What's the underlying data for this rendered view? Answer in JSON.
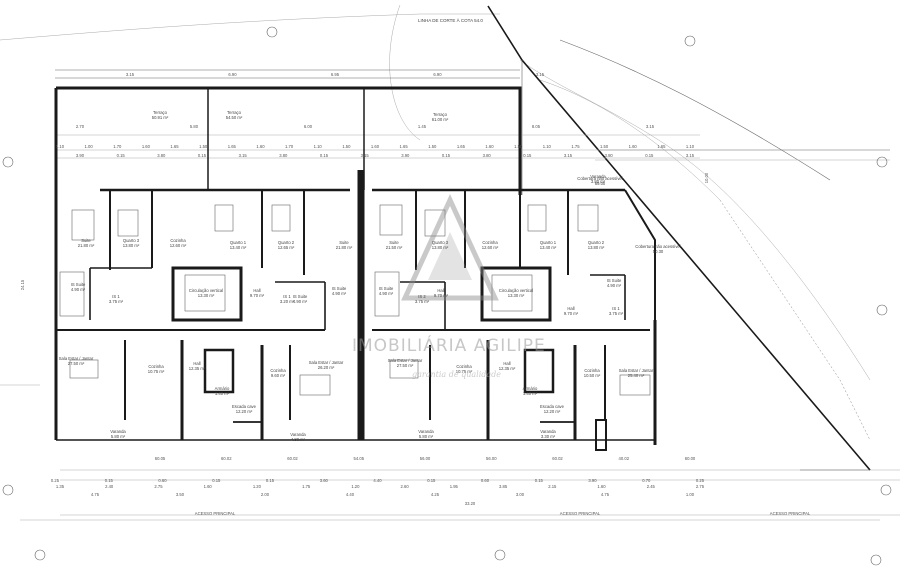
{
  "top_note": "LINHA DE CORTE À COTA 54.0",
  "watermark": {
    "brand": "IMOBILIÁRIA AGILIPE",
    "tagline": "garantia de qualidade"
  },
  "rooms": [
    {
      "id": "terraco-1",
      "name": "Terraço",
      "area": "50.91 m²"
    },
    {
      "id": "terraco-2",
      "name": "Terraço",
      "area": "54.50 m²"
    },
    {
      "id": "terraco-3",
      "name": "Terraço",
      "area": "61.00 m²"
    },
    {
      "id": "suite-1",
      "name": "Suite",
      "area": "21.80 m²"
    },
    {
      "id": "quarto-3a",
      "name": "Quarto 3",
      "area": "13.80 m²"
    },
    {
      "id": "cozinha-1",
      "name": "Cozinha",
      "area": "12.60 m²"
    },
    {
      "id": "quarto-1a",
      "name": "Quarto 1",
      "area": "13.40 m²"
    },
    {
      "id": "quarto-2a",
      "name": "Quarto 2",
      "area": "12.65 m²"
    },
    {
      "id": "suite-2",
      "name": "Suite",
      "area": "21.80 m²"
    },
    {
      "id": "suite-3",
      "name": "Suite",
      "area": "21.50 m²"
    },
    {
      "id": "quarto-3b",
      "name": "Quarto 3",
      "area": "13.80 m²"
    },
    {
      "id": "cozinha-2",
      "name": "Cozinha",
      "area": "12.60 m²"
    },
    {
      "id": "quarto-1b",
      "name": "Quarto 1",
      "area": "13.40 m²"
    },
    {
      "id": "quarto-2b",
      "name": "Quarto 2",
      "area": "13.80 m²"
    },
    {
      "id": "circ-1",
      "name": "Circulação vertical",
      "area": "13.30 m²"
    },
    {
      "id": "circ-2",
      "name": "Circulação vertical",
      "area": "13.30 m²"
    },
    {
      "id": "hall-1",
      "name": "Hall",
      "area": "9.70 m²"
    },
    {
      "id": "hall-2",
      "name": "Hall",
      "area": "9.70 m²"
    },
    {
      "id": "hall-3",
      "name": "Hall",
      "area": "9.70 m²"
    },
    {
      "id": "hall-4",
      "name": "Hall",
      "area": "12.35 m²"
    },
    {
      "id": "hall-5",
      "name": "Hall",
      "area": "12.35 m²"
    },
    {
      "id": "is-suite-1",
      "name": "IS Suite",
      "area": "4.90 m²"
    },
    {
      "id": "is-suite-2",
      "name": "IS Suite",
      "area": "4.90 m²"
    },
    {
      "id": "is-suite-3",
      "name": "IS Suite",
      "area": "4.90 m²"
    },
    {
      "id": "is-suite-4",
      "name": "IS Suite",
      "area": "4.90 m²"
    },
    {
      "id": "is-suite-5",
      "name": "IS Suite",
      "area": "4.90 m²"
    },
    {
      "id": "is-1",
      "name": "IS 1",
      "area": "3.75 m²"
    },
    {
      "id": "is-2",
      "name": "IS 2",
      "area": "3.75 m²"
    },
    {
      "id": "is-3",
      "name": "IS 1",
      "area": "3.75 m²"
    },
    {
      "id": "is-4",
      "name": "IS 1",
      "area": "3.20 m²"
    },
    {
      "id": "sala-1",
      "name": "Sala Estar / Jantar",
      "area": "27.50 m²"
    },
    {
      "id": "sala-2",
      "name": "Sala Estar / Jantar",
      "area": "26.20 m²"
    },
    {
      "id": "sala-3",
      "name": "Sala Estar / Jantar",
      "area": "27.50 m²"
    },
    {
      "id": "sala-4",
      "name": "Sala Estar / Jantar",
      "area": "25.40 m²"
    },
    {
      "id": "cozinha-3",
      "name": "Cozinha",
      "area": "10.75 m²"
    },
    {
      "id": "cozinha-4",
      "name": "Cozinha",
      "area": "9.60 m²"
    },
    {
      "id": "cozinha-5",
      "name": "Cozinha",
      "area": "10.75 m²"
    },
    {
      "id": "cozinha-6",
      "name": "Cozinha",
      "area": "10.50 m²"
    },
    {
      "id": "armario-1",
      "name": "Armário",
      "area": "1.40 m²"
    },
    {
      "id": "armario-2",
      "name": "Armário",
      "area": "1.40 m²"
    },
    {
      "id": "escada-1",
      "name": "Escada cave",
      "area": "12.20 m²"
    },
    {
      "id": "escada-2",
      "name": "Escada cave",
      "area": "12.20 m²"
    },
    {
      "id": "varanda-1",
      "name": "Varanda",
      "area": "5.80 m²"
    },
    {
      "id": "varanda-2",
      "name": "Varanda",
      "area": "4.80 m²"
    },
    {
      "id": "varanda-3",
      "name": "Varanda",
      "area": "5.80 m²"
    },
    {
      "id": "varanda-4",
      "name": "Varanda",
      "area": "3.30 m²"
    },
    {
      "id": "varanda-5",
      "name": "Varanda",
      "area": "3.80 m²"
    },
    {
      "id": "cobertura-1",
      "name": "Cobertura não acessível",
      "area": "69.00"
    },
    {
      "id": "cobertura-2",
      "name": "Cobertura não acessível",
      "area": "50.30"
    }
  ],
  "dimensions": {
    "top_row": [
      "3.15",
      "6.90",
      "6.95",
      "6.90",
      "3.15"
    ],
    "second_row": [
      "2.70",
      "5.80",
      "6.00",
      "1.45",
      "8.05",
      "3.15"
    ],
    "row_a": [
      "1.10",
      "1.00",
      "1.70",
      "1.60",
      "1.65",
      "1.50",
      "1.65",
      "1.60",
      "1.70",
      "1.10",
      "1.50",
      "1.60",
      "1.65",
      "1.50",
      "1.65",
      "1.60",
      "1.50",
      "1.10",
      "1.75",
      "1.50",
      "1.60",
      "1.65",
      "1.10"
    ],
    "row_b": [
      "3.90",
      "0.15",
      "3.80",
      "0.15",
      "3.15",
      "3.80",
      "0.15",
      "3.15",
      "3.90",
      "0.15",
      "3.80",
      "0.15",
      "3.15",
      "3.80",
      "0.15",
      "3.15"
    ],
    "bottom_a": [
      "0.25",
      "0.15",
      "0.60",
      "0.15",
      "0.15",
      "3.60",
      "4.40",
      "0.15",
      "0.60",
      "0.15",
      "3.90",
      "0.70",
      "0.25"
    ],
    "bottom_b": [
      "1.35",
      "2.40",
      "2.75",
      "1.60",
      "1.20",
      "1.75",
      "1.20",
      "2.60",
      "1.95",
      "3.85",
      "2.15",
      "1.60",
      "2.45",
      "2.75"
    ],
    "bottom_c": [
      "4.75",
      "3.50",
      "2.00",
      "4.40",
      "4.25",
      "3.00",
      "4.75",
      "1.00"
    ],
    "total": "33.20",
    "height_left": "24.15",
    "height_right": "10.00",
    "levels": [
      "60.05",
      "60.02",
      "60.02",
      "54.05",
      "56.00",
      "56.00",
      "60.02",
      "40.02",
      "60.00"
    ]
  },
  "access_labels": [
    "ACESSO PRINCIPAL",
    "ACESSO PRINCIPAL",
    "ACESSO PRINCIPAL"
  ]
}
